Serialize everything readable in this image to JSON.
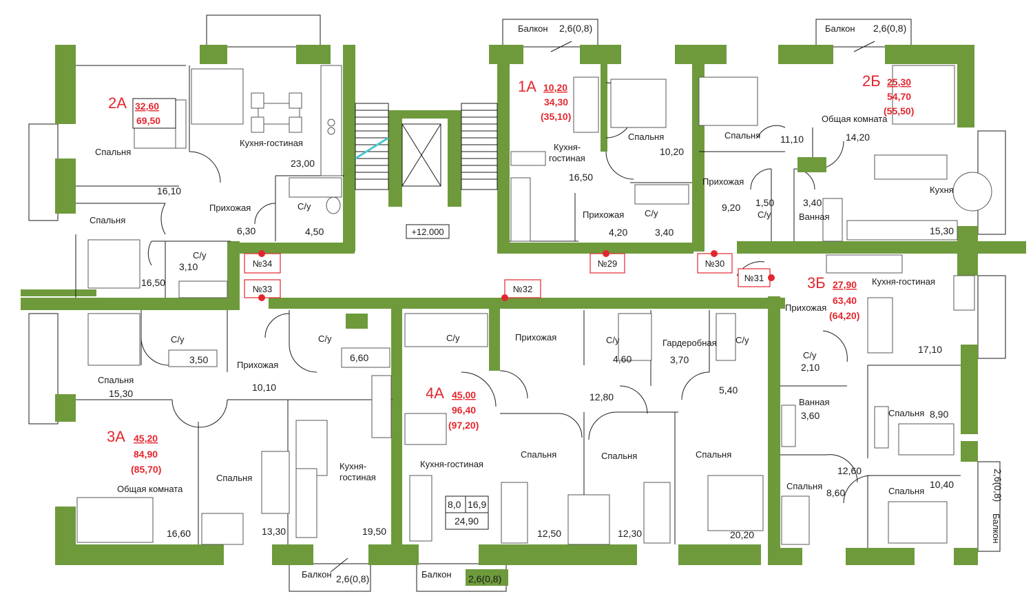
{
  "elevation": "+12.000",
  "apartments": [
    {
      "id": "2a",
      "label": "2А",
      "living": "32,60",
      "total": "69,50",
      "total_alt": ""
    },
    {
      "id": "1a",
      "label": "1А",
      "living": "10,20",
      "total": "34,30",
      "total_alt": "(35,10)"
    },
    {
      "id": "2b",
      "label": "2Б",
      "living": "25,30",
      "total": "54,70",
      "total_alt": "(55,50)"
    },
    {
      "id": "3a",
      "label": "3А",
      "living": "45,20",
      "total": "84,90",
      "total_alt": "(85,70)"
    },
    {
      "id": "4a",
      "label": "4А",
      "living": "45,00",
      "total": "96,40",
      "total_alt": "(97,20)"
    },
    {
      "id": "3b",
      "label": "3Б",
      "living": "27,90",
      "total": "63,40",
      "total_alt": "(64,20)"
    }
  ],
  "door_numbers": [
    "№34",
    "№33",
    "№32",
    "№29",
    "№30",
    "№31"
  ],
  "balconies": [
    {
      "label": "Балкон",
      "size": "2,6(0,8)"
    },
    {
      "label": "Балкон",
      "size": "2,6(0,8)"
    },
    {
      "label": "Балкон",
      "size": "2,6(0,8)"
    },
    {
      "label": "Балкон",
      "size": "2,6(0,8)"
    },
    {
      "label": "Балкон",
      "size": "2,6(0,8)"
    }
  ],
  "room_names": {
    "bedroom": "Спальня",
    "kitchen_living": "Кухня-гостиная",
    "kitchen_living_1": "Кухня-",
    "kitchen_living_2": "гостиная",
    "hall": "Прихожая",
    "bath": "С/у",
    "bathroom": "Ванная",
    "kitchen": "Кухня",
    "common_room": "Общая комната",
    "wardrobe": "Гардеробная"
  },
  "areas": {
    "a2_bed1": "16,10",
    "a2_kitchen": "23,00",
    "a2_hall": "6,30",
    "a2_bath1": "4,50",
    "a2_bath2": "3,10",
    "a2_bed2": "16,50",
    "a1_kitchen": "16,50",
    "a1_bed": "10,20",
    "a1_hall": "4,20",
    "a1_bath": "3,40",
    "b2_room": "11,10",
    "b2_common": "14,20",
    "b2_hall": "9,20",
    "b2_bath": "1,50",
    "b2_bathroom": "3,40",
    "b2_kitchen": "15,30",
    "a3_bath": "3,50",
    "a3_hall": "10,10",
    "a3_bath2": "6,60",
    "a3_bed1": "15,30",
    "a3_common": "16,60",
    "a3_bed2": "13,30",
    "a3_kitchen": "19,50",
    "a4_hall": "12,80",
    "a4_bath": "4,60",
    "a4_wardrobe": "3,70",
    "a4_bath2": "5,40",
    "a4_bed1": "12,50",
    "a4_bed2": "12,30",
    "a4_bed3": "20,20",
    "a4_k1": "8,0",
    "a4_k2": "16,9",
    "a4_k3": "24,90",
    "b3_kitchen": "17,10",
    "b3_bath": "2,10",
    "b3_bathroom": "3,60",
    "b3_bed1": "8,90",
    "b3_hall": "12,60",
    "b3_bed2": "8,60",
    "b3_bed3": "10,40"
  }
}
